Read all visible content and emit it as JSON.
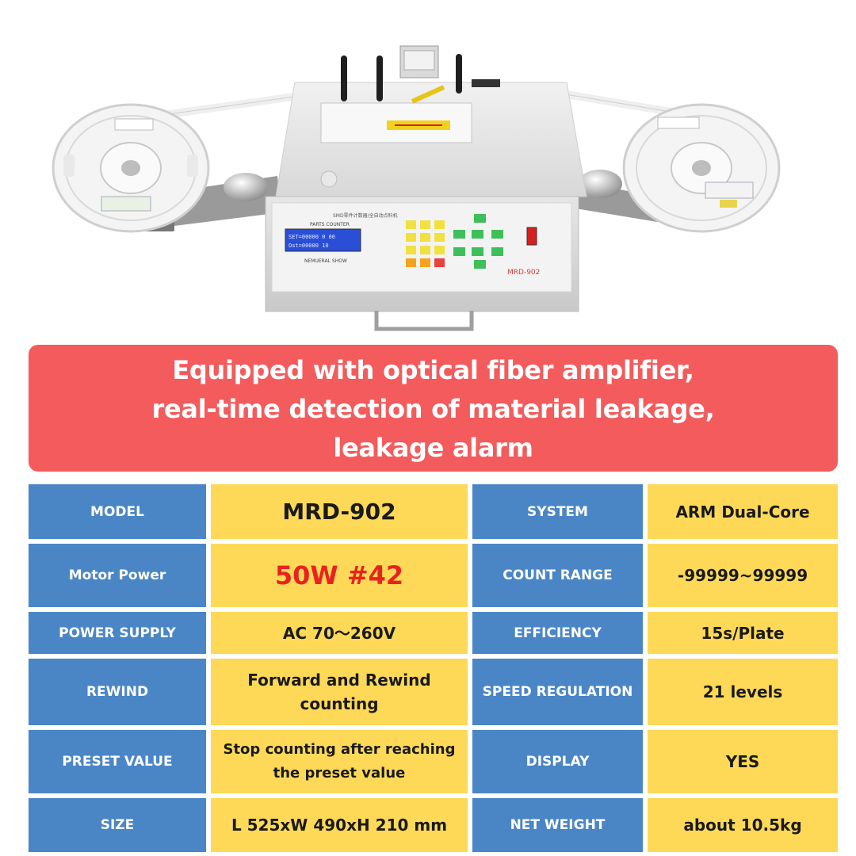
{
  "product": {
    "panel_title": "PARTS COUNTER",
    "panel_caption": "NEMUERAL SHOW",
    "lcd_line1": "SET=00000  0  00",
    "lcd_line2": "Ost=00000     10",
    "model_plate": "MRD-902"
  },
  "banner": {
    "lines": [
      "Equipped with optical fiber amplifier,",
      "real-time detection of material leakage,",
      "leakage alarm"
    ]
  },
  "specs": [
    {
      "label1": "MODEL",
      "value1": "MRD-902",
      "label2": "SYSTEM",
      "value2": "ARM Dual-Core"
    },
    {
      "label1": "Motor Power",
      "value1": "50W #42",
      "label2": "COUNT RANGE",
      "value2": "-99999~99999"
    },
    {
      "label1": "POWER SUPPLY",
      "value1": "AC 70～260V",
      "label2": "EFFICIENCY",
      "value2": "15s/Plate"
    },
    {
      "label1": "REWIND",
      "value1": "Forward and Rewind counting",
      "label2": "SPEED REGULATION",
      "value2": "21 levels"
    },
    {
      "label1": "PRESET VALUE",
      "value1": "Stop counting after reaching the preset value",
      "label2": "DISPLAY",
      "value2": "YES"
    },
    {
      "label1": "SIZE",
      "value1": "L 525xW 490xH 210 mm",
      "label2": "NET WEIGHT",
      "value2": "about 10.5kg"
    }
  ],
  "colors": {
    "banner": "#f35b5c",
    "label_cell": "#4a86c6",
    "value_cell": "#fed958",
    "accent_text": "#e8231f"
  }
}
